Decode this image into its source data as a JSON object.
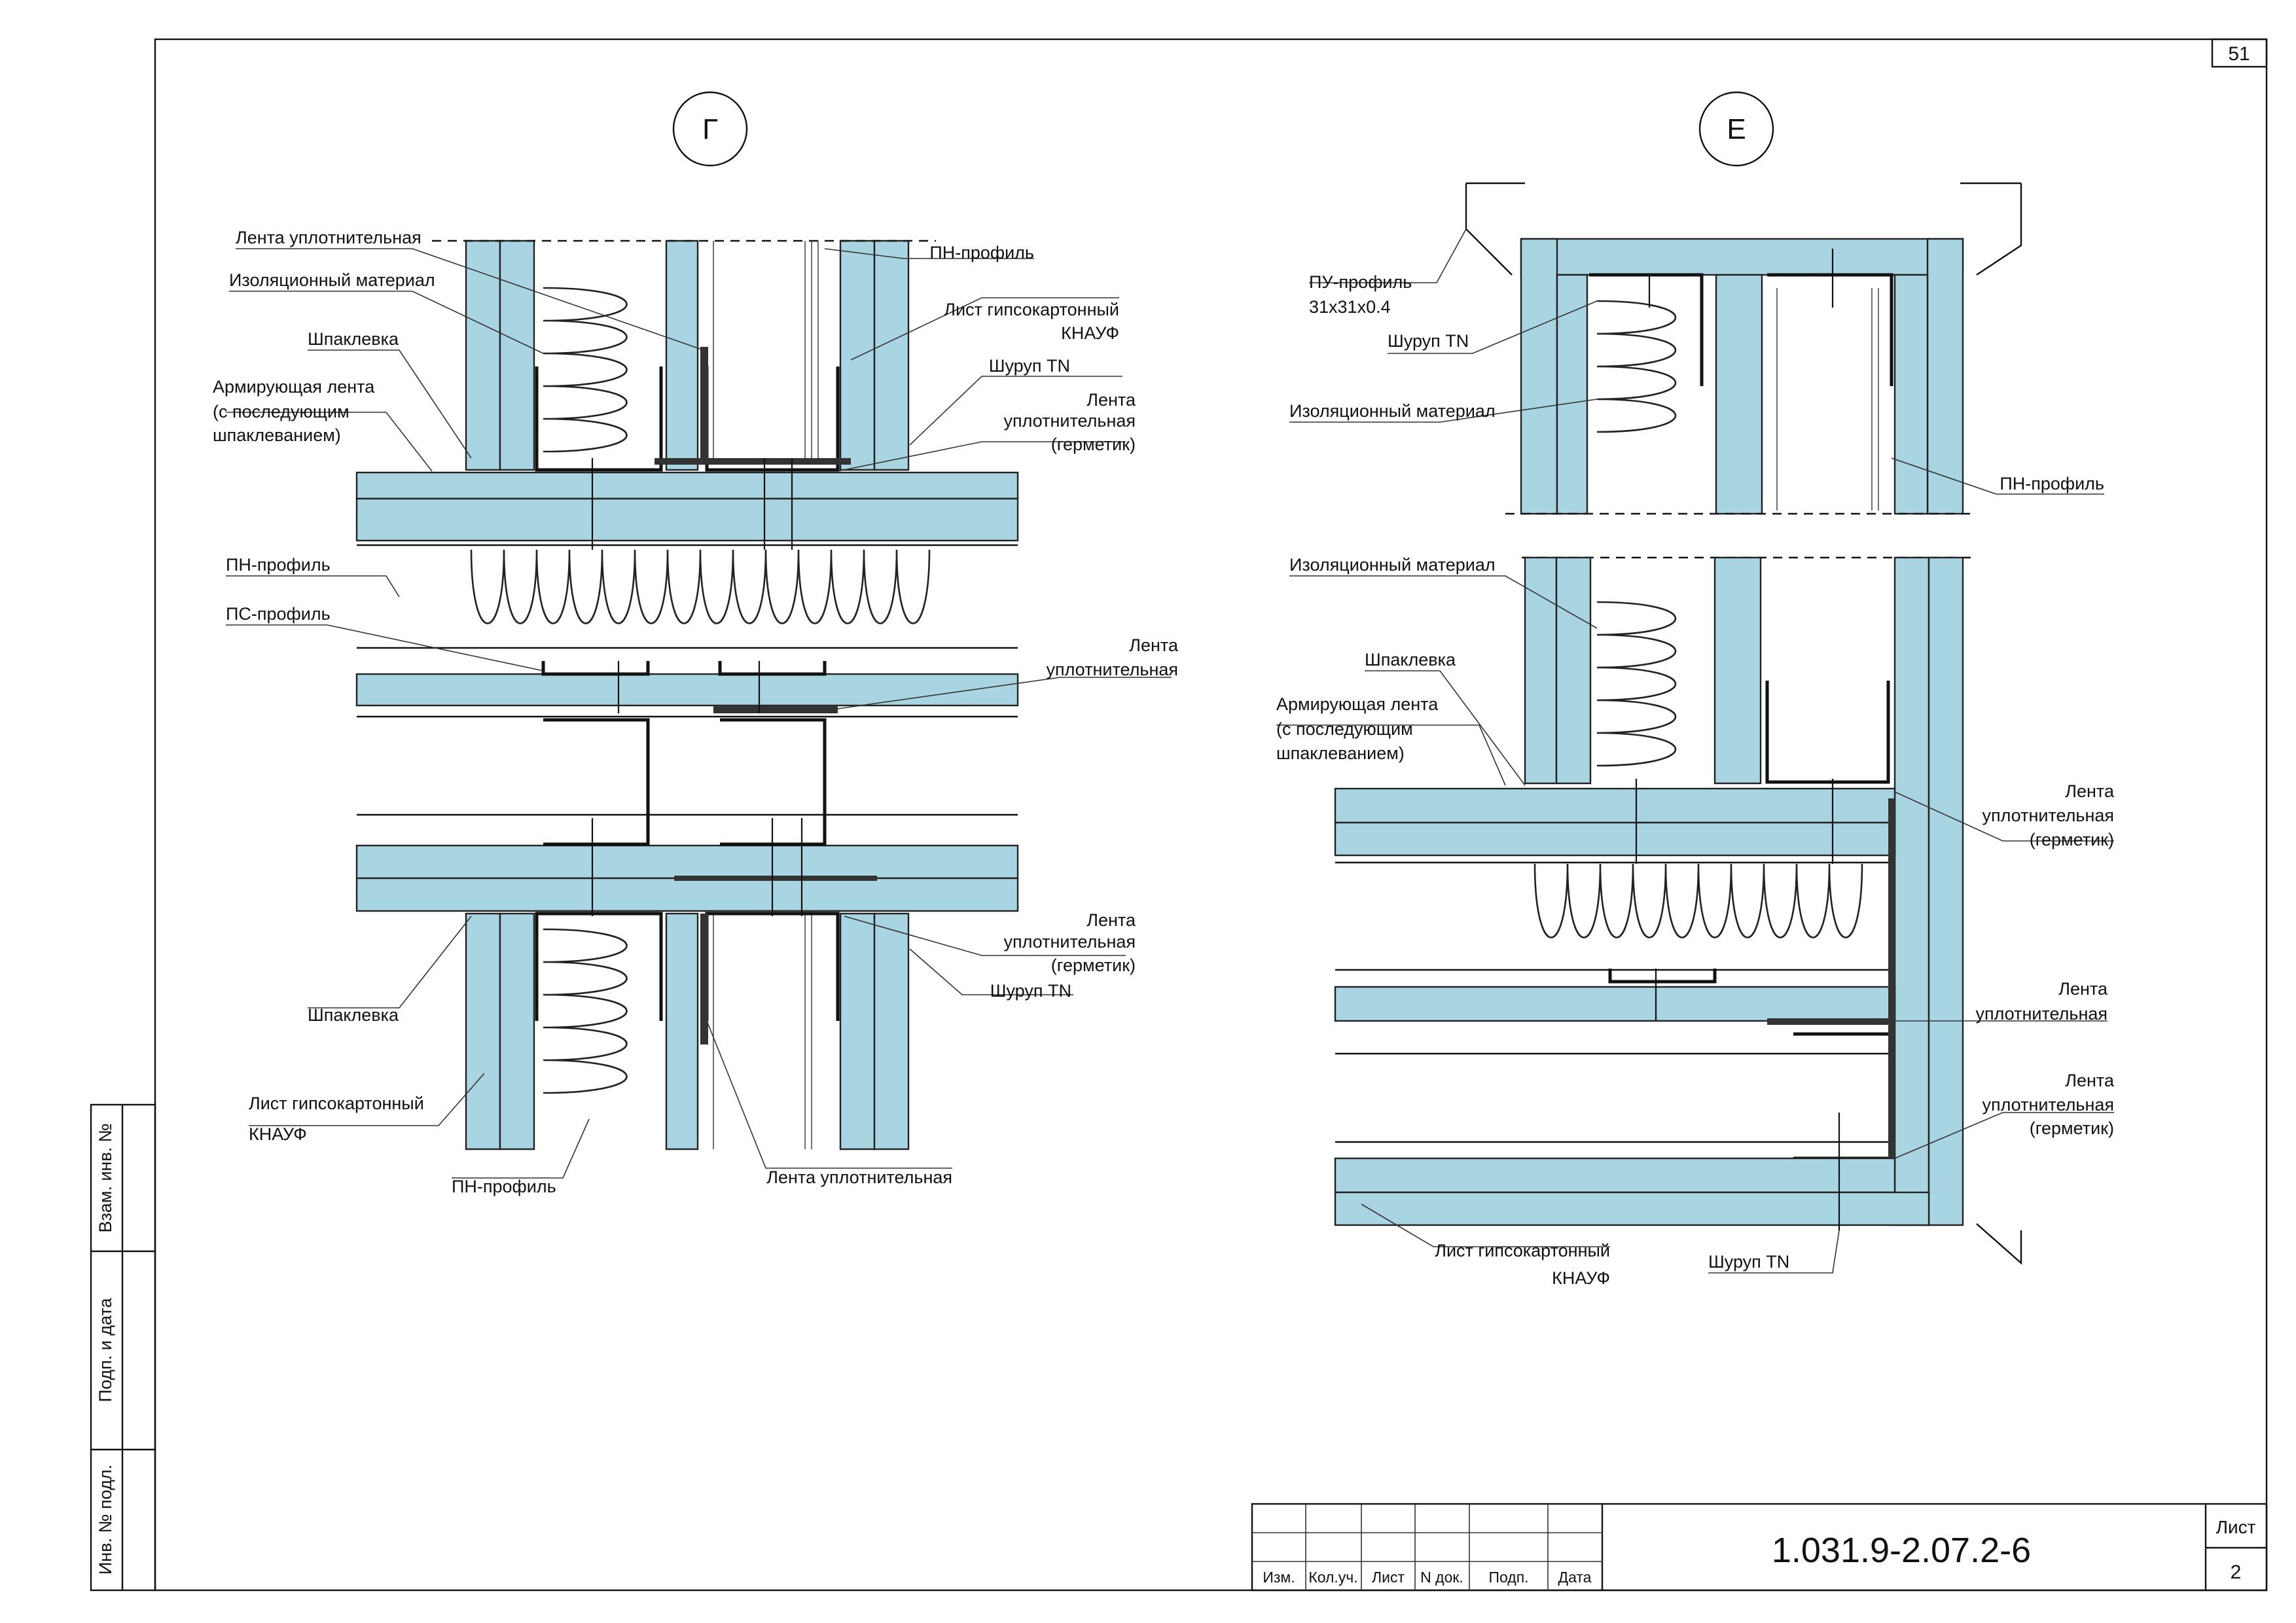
{
  "sheet": {
    "top_number": "51",
    "designation": "1.031.9-2.07.2-6",
    "list_label": "Лист",
    "list_number": "2",
    "side_labels": [
      "Взам. инв. №",
      "Подп. и дата",
      "Инв. № подл."
    ],
    "title_columns": [
      "Изм.",
      "Кол.уч.",
      "Лист",
      "N док.",
      "Подп.",
      "Дата"
    ]
  },
  "detail_g": {
    "marker": "Г",
    "labels": {
      "seal_tape_top": "Лента уплотнительная",
      "insulation_top": "Изоляционный материал",
      "putty_top": "Шпаклевка",
      "reinforcing_tape": [
        "Армирующая лента",
        "(с последующим",
        "шпаклеванием)"
      ],
      "pn_profile_top": "ПН-профиль",
      "gypsum_board_top": [
        "Лист гипсокартонный",
        "КНАУФ"
      ],
      "screw_top": "Шуруп TN",
      "seal_tape_sealant_top": [
        "Лента",
        "уплотнительная",
        "(герметик)"
      ],
      "pn_profile_mid": "ПН-профиль",
      "ps_profile": "ПС-профиль",
      "seal_tape_mid": [
        "Лента",
        "уплотнительная"
      ],
      "seal_tape_sealant_bottom": [
        "Лента",
        "уплотнительная",
        "(герметик)"
      ],
      "screw_bottom": "Шуруп TN",
      "putty_bottom": "Шпаклевка",
      "gypsum_board_bottom": [
        "Лист гипсокартонный",
        "КНАУФ"
      ],
      "pn_profile_bottom": "ПН-профиль",
      "seal_tape_bottom": "Лента уплотнительная"
    }
  },
  "detail_e": {
    "marker": "Е",
    "labels": {
      "pu_profile": [
        "ПУ-профиль",
        "31x31x0.4"
      ],
      "screw_top": "Шуруп TN",
      "insulation_top": "Изоляционный материал",
      "pn_profile": "ПН-профиль",
      "insulation_mid": "Изоляционный материал",
      "putty": "Шпаклевка",
      "reinforcing_tape": [
        "Армирующая лента",
        "(с последующим",
        "шпаклеванием)"
      ],
      "seal_tape_sealant_1": [
        "Лента",
        "уплотнительная",
        "(герметик)"
      ],
      "seal_tape": [
        "Лента",
        "уплотнительная"
      ],
      "seal_tape_sealant_2": [
        "Лента",
        "уплотнительная",
        "(герметик)"
      ],
      "gypsum_board": [
        "Лист гипсокартонный",
        "КНАУФ"
      ],
      "screw_bottom": "Шуруп TN"
    }
  },
  "colors": {
    "board": "#a9d4e2",
    "line": "#111111",
    "seal": "#333333"
  }
}
